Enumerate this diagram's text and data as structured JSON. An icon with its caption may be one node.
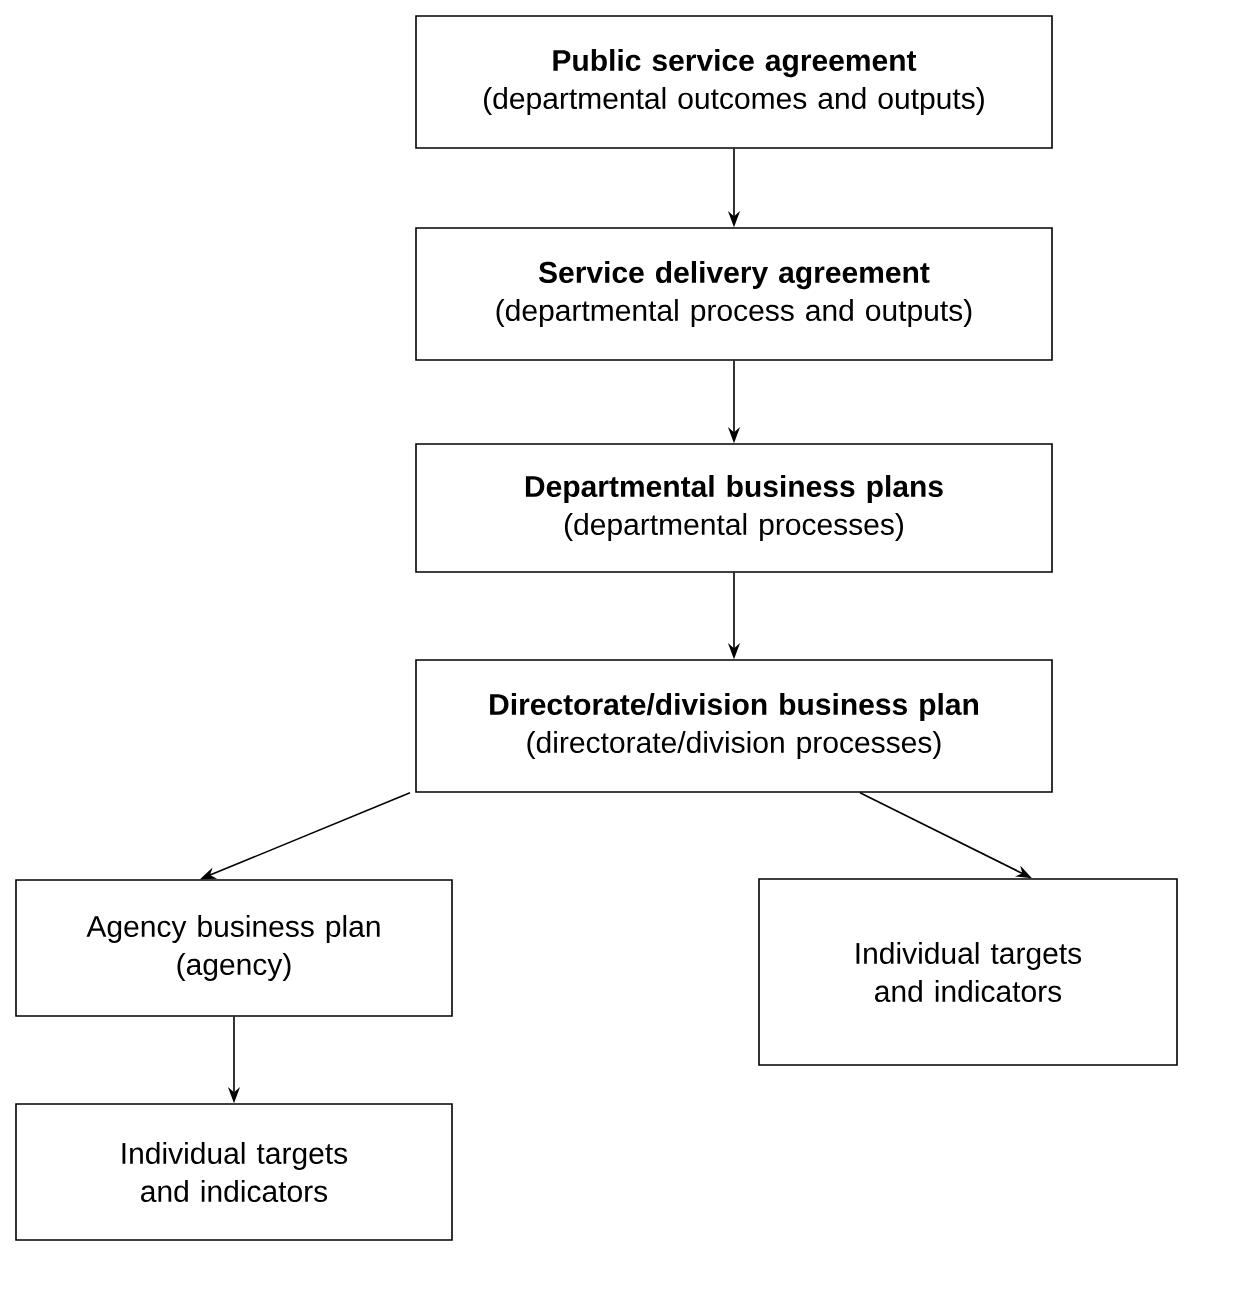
{
  "diagram": {
    "nodes": [
      {
        "text": [
          "Public service agreement",
          "(departmental outcomes and outputs)"
        ]
      },
      {
        "text": [
          "Service delivery agreement",
          "(departmental process and outputs)"
        ]
      },
      {
        "text": [
          "Departmental business plans",
          "(departmental processes)"
        ]
      },
      {
        "text": [
          "Directorate/division business plan",
          "(directorate/division processes)"
        ]
      },
      {
        "text": [
          "Agency business plan",
          "(agency)"
        ]
      },
      {
        "text": [
          "Individual targets and indicators"
        ]
      },
      {
        "text": [
          "Individual targets and indicators"
        ]
      }
    ],
    "edges": [
      {
        "from": 0,
        "to": 1,
        "arrow": "to"
      },
      {
        "from": 1,
        "to": 2,
        "arrow": "to"
      },
      {
        "from": 2,
        "to": 3,
        "arrow": "to"
      },
      {
        "from": 3,
        "to": 4,
        "arrow": "to"
      },
      {
        "from": 3,
        "to": 5,
        "arrow": "to"
      },
      {
        "from": 4,
        "to": 6,
        "arrow": "to"
      }
    ]
  }
}
